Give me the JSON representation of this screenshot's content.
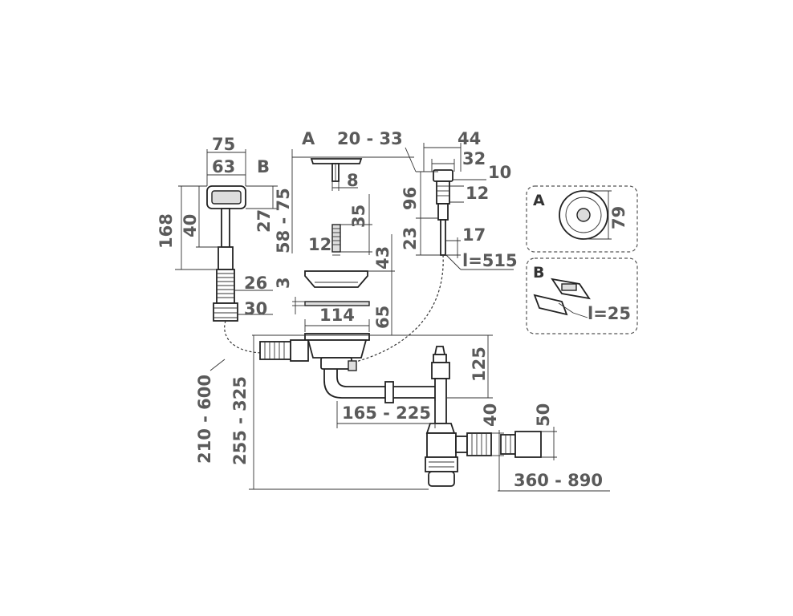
{
  "colors": {
    "dimension_text": "#5a5a5a",
    "line": "#333333",
    "background": "#ffffff"
  },
  "dims": {
    "d75": "75",
    "d63": "63",
    "b_label": "B",
    "d168": "168",
    "d40a": "40",
    "d27": "27",
    "d58_75": "58 - 75",
    "a_label": "A",
    "d20_33": "20 - 33",
    "d8": "8",
    "d35": "35",
    "d12a": "12",
    "d43": "43",
    "d3": "3",
    "d26": "26",
    "d30": "30",
    "d114": "114",
    "d65": "65",
    "d44": "44",
    "d32": "32",
    "d10": "10",
    "d96": "96",
    "d12b": "12",
    "d23": "23",
    "d17": "17",
    "l515": "l=515",
    "d125": "125",
    "d165_225": "165 - 225",
    "d40b": "40",
    "d50": "50",
    "d210_600": "210 - 600",
    "d255_325": "255 - 325",
    "d360_890": "360 - 890"
  },
  "insets": {
    "a_label": "A",
    "a_dim": "79",
    "b_label": "B",
    "b_dim": "l=25"
  }
}
